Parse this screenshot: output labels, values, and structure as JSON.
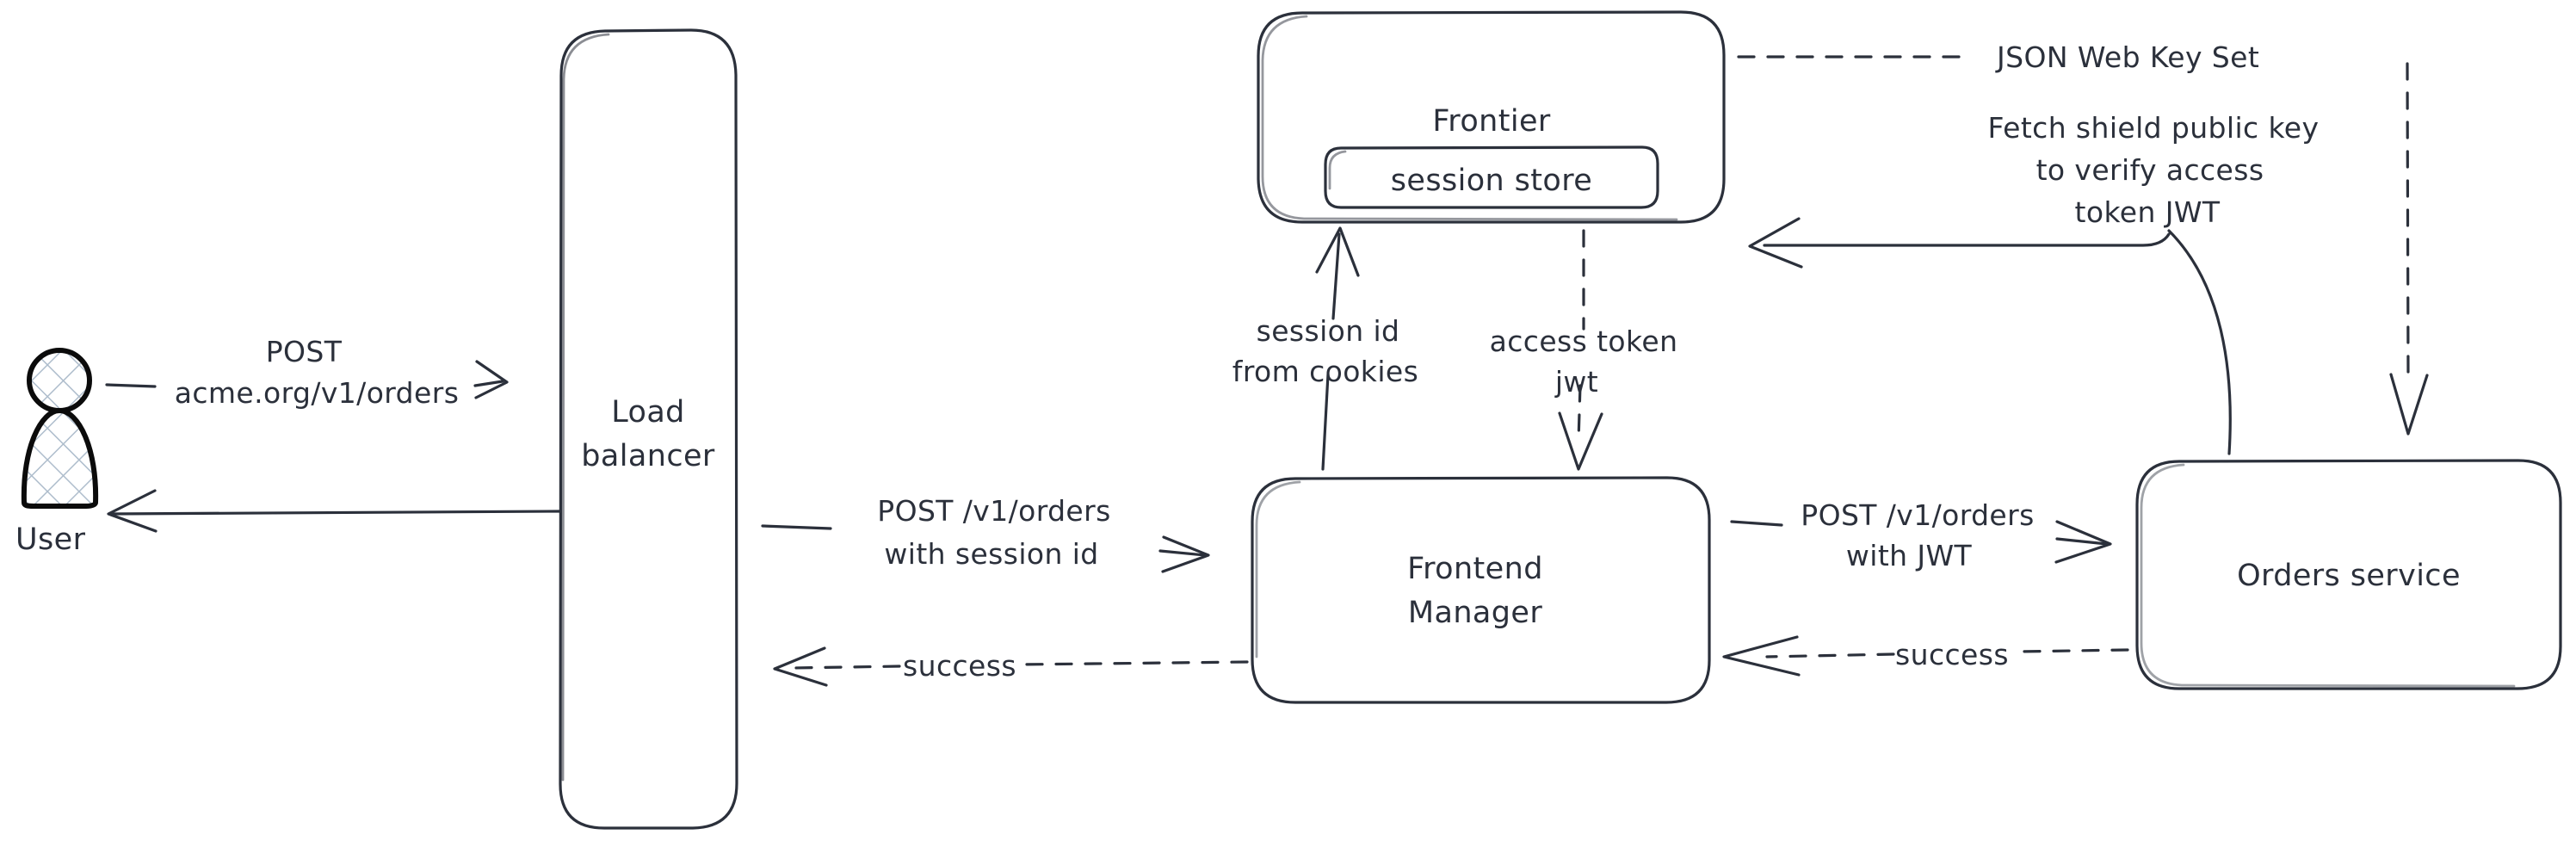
{
  "diagram": {
    "title": "Authentication flow architecture",
    "style": "hand-drawn",
    "stroke_color": "#2b303b",
    "background_color": "#ffffff",
    "hatch_color": "#aebdcc"
  },
  "nodes": {
    "user": {
      "label": "User",
      "icon": "user-person-icon"
    },
    "load_balancer": {
      "line1": "Load",
      "line2": "balancer"
    },
    "frontier": {
      "label": "Frontier"
    },
    "session_store": {
      "label": "session store"
    },
    "frontend_manager": {
      "line1": "Frontend",
      "line2": "Manager"
    },
    "orders_service": {
      "label": "Orders service"
    }
  },
  "edges": {
    "user_to_lb": {
      "line1": "POST",
      "line2": "acme.org/v1/orders",
      "style": "solid",
      "direction": "right"
    },
    "lb_to_user": {
      "label": "",
      "style": "solid",
      "direction": "left"
    },
    "lb_to_fm": {
      "line1": "POST /v1/orders",
      "line2": "with session id",
      "style": "solid",
      "direction": "right"
    },
    "fm_to_lb": {
      "label": "success",
      "style": "dashed",
      "direction": "left"
    },
    "fm_to_frontier": {
      "line1": "session id",
      "line2": "from cookies",
      "style": "solid",
      "direction": "up"
    },
    "frontier_to_fm": {
      "line1": "access token",
      "line2": "jwt",
      "style": "dashed",
      "direction": "down"
    },
    "fm_to_orders": {
      "line1": "POST /v1/orders",
      "line2": "with JWT",
      "style": "solid",
      "direction": "right"
    },
    "orders_to_fm": {
      "label": "success",
      "style": "dashed",
      "direction": "left"
    },
    "orders_to_frontier": {
      "line1": "Fetch shield public key",
      "line2": "to verify access",
      "line3": "token JWT",
      "style": "solid",
      "direction": "left"
    },
    "frontier_to_orders": {
      "label": "JSON Web Key Set",
      "style": "dashed",
      "direction": "down"
    }
  }
}
